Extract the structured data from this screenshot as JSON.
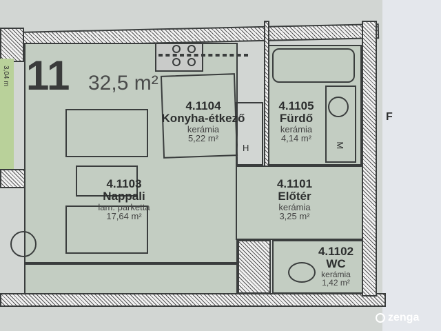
{
  "unit": {
    "number": "11",
    "area": "32,5 m²"
  },
  "rooms": [
    {
      "code": "4.1104",
      "name": "Konyha-étkező",
      "material": "kerámia",
      "area": "5,22 m²"
    },
    {
      "code": "4.1105",
      "name": "Fürdő",
      "material": "kerámia",
      "area": "4,14 m²"
    },
    {
      "code": "4.1103",
      "name": "Nappali",
      "material": "lam. parketta",
      "area": "17,64 m²"
    },
    {
      "code": "4.1101",
      "name": "Előtér",
      "material": "kerámia",
      "area": "3,25 m²"
    },
    {
      "code": "4.1102",
      "name": "WC",
      "material": "kerámia",
      "area": "1,42 m²"
    }
  ],
  "appliance_marks": {
    "h": "H",
    "m": "M"
  },
  "balcony_dim": "3,04 m",
  "edge_letter": "F",
  "watermark": "zenga"
}
